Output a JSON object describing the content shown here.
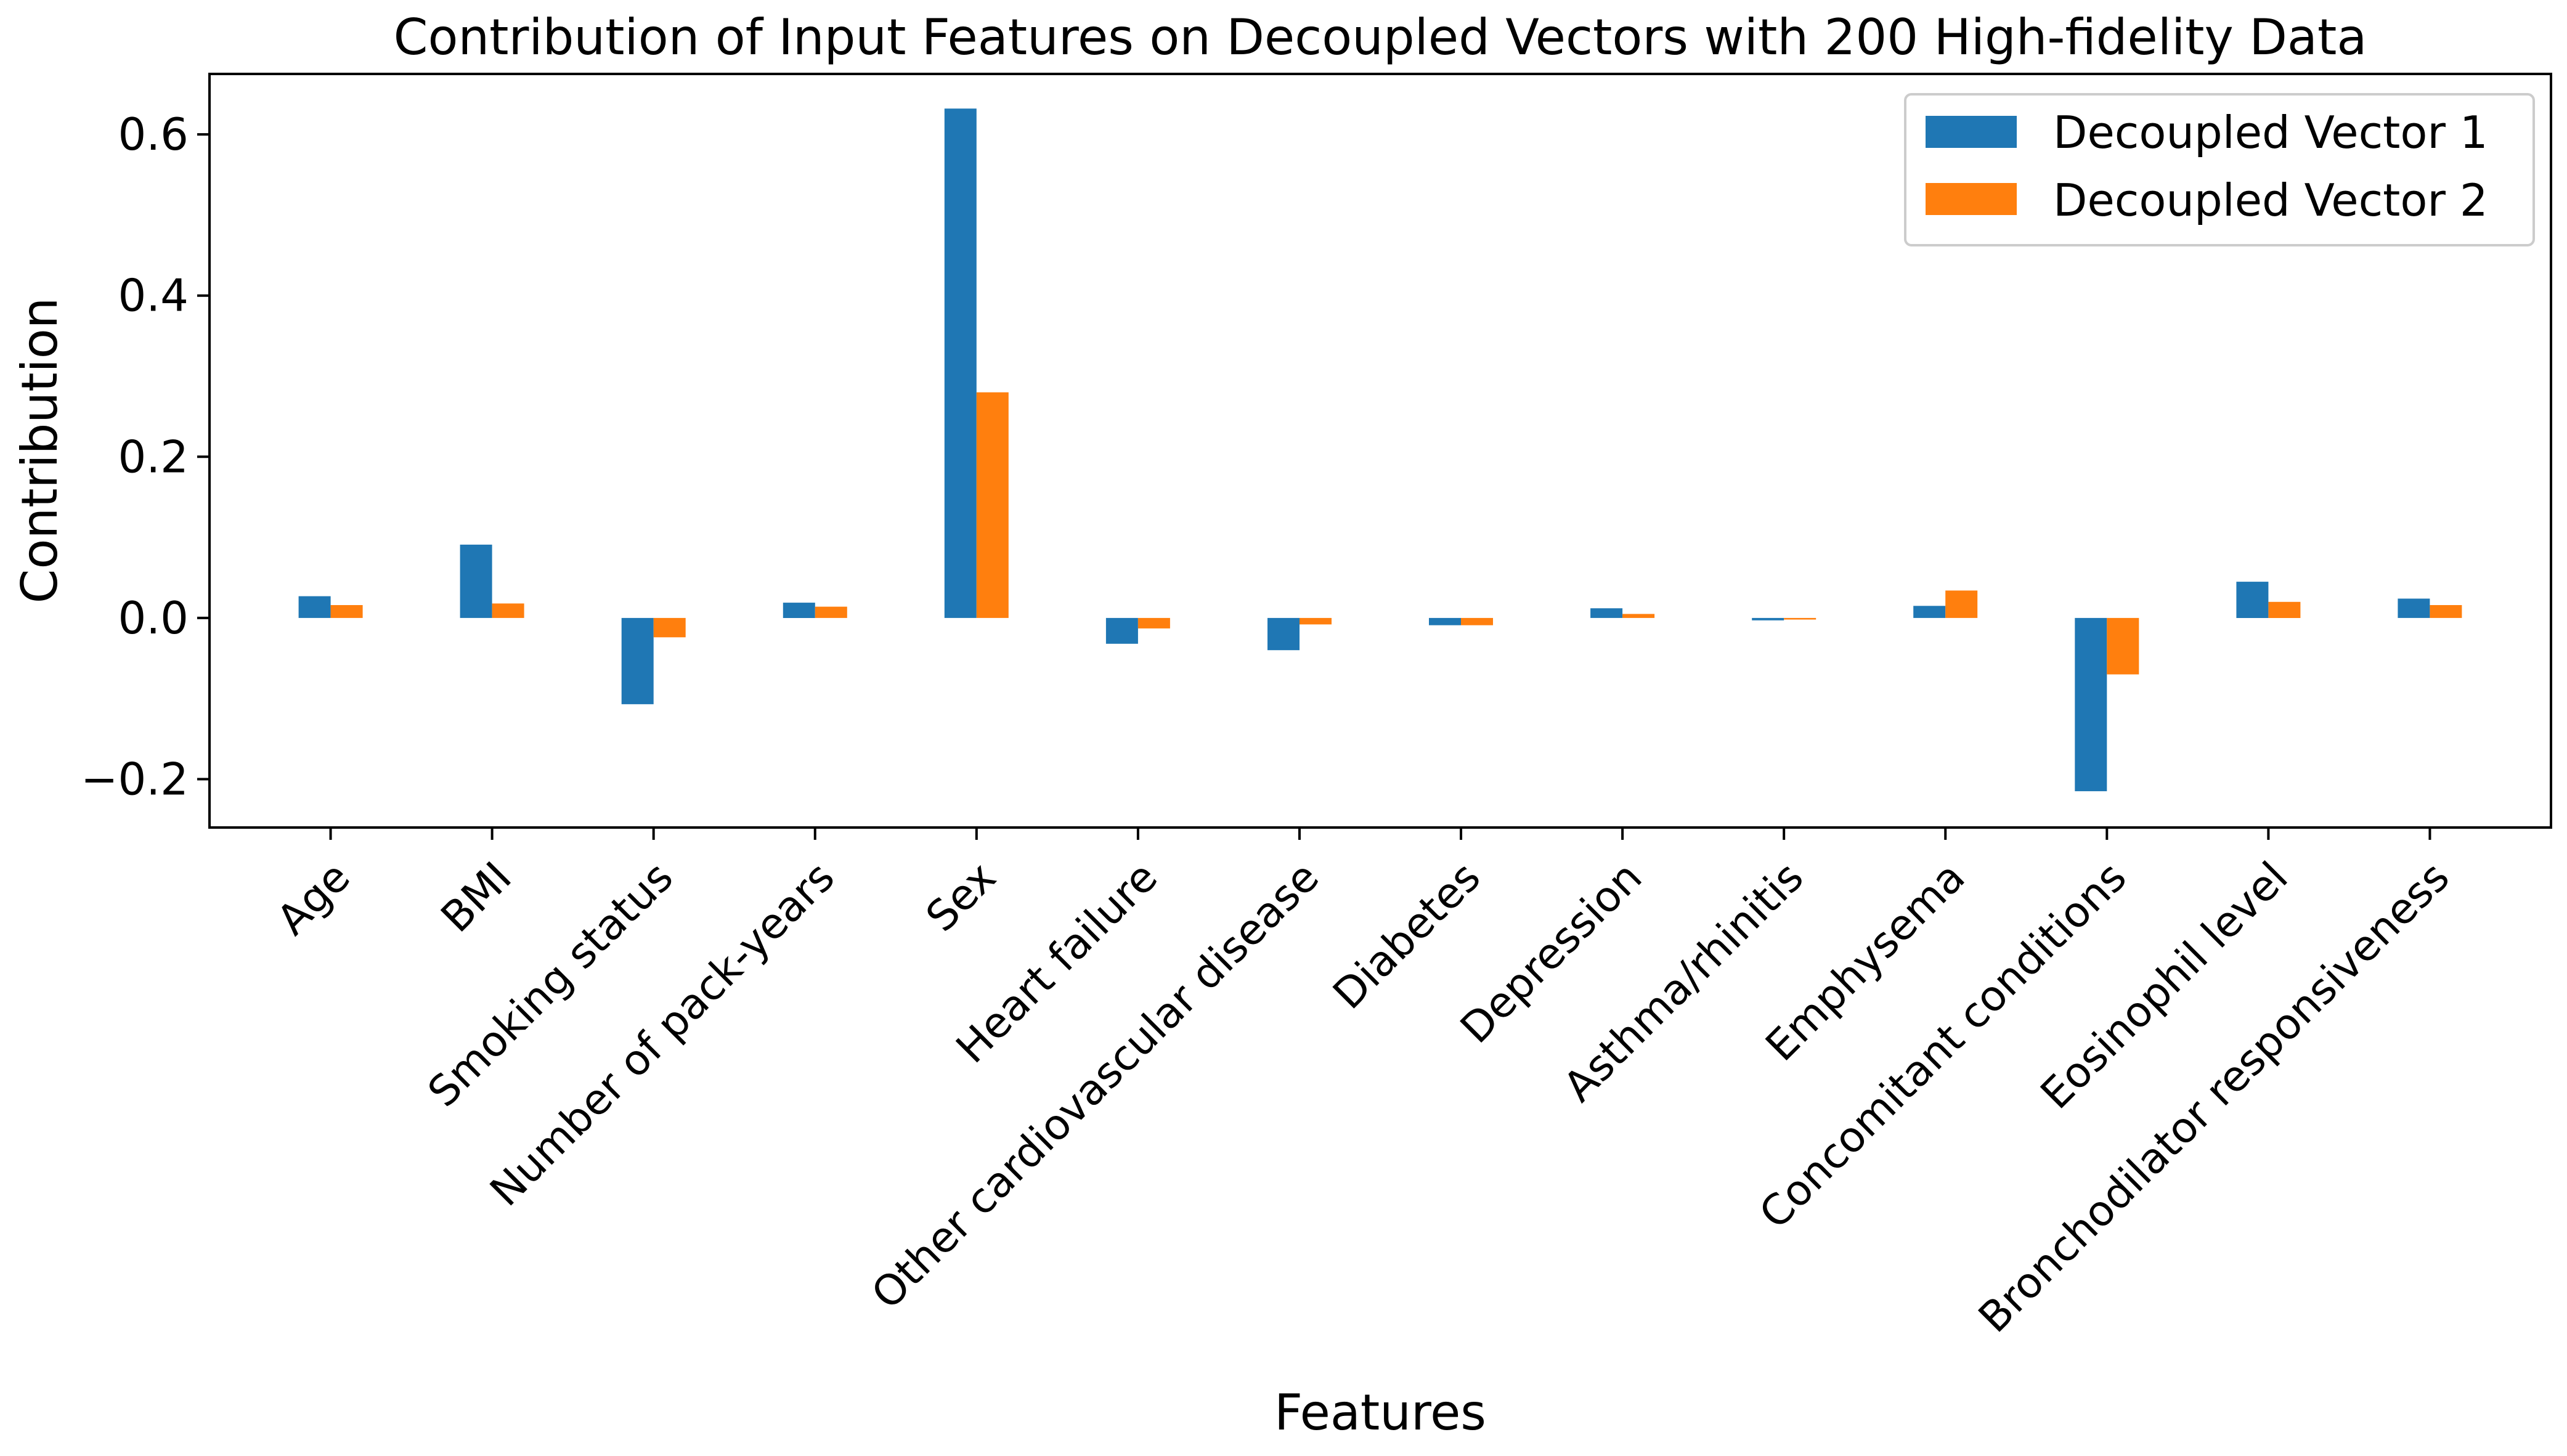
{
  "chart_data": {
    "type": "bar",
    "title": "Contribution of Input Features on Decoupled Vectors with 200 High-fidelity Data",
    "xlabel": "Features",
    "ylabel": "Contribution",
    "ylim": [
      -0.26,
      0.675
    ],
    "yticks": [
      -0.2,
      0.0,
      0.2,
      0.4,
      0.6
    ],
    "ytick_labels": [
      "−0.2",
      "0.0",
      "0.2",
      "0.4",
      "0.6"
    ],
    "grid": false,
    "legend_position": "top-right",
    "categories": [
      "Age",
      "BMI",
      "Smoking status",
      "Number of pack-years",
      "Sex",
      "Heart failure",
      "Other cardiovascular disease",
      "Diabetes",
      "Depression",
      "Asthma/rhinitis",
      "Emphysema",
      "Concomitant conditions",
      "Eosinophil level",
      "Bronchodilator responsiveness"
    ],
    "series": [
      {
        "name": "Decoupled Vector 1",
        "color": "#1f77b4",
        "values": [
          0.027,
          0.091,
          -0.107,
          0.019,
          0.632,
          -0.032,
          -0.04,
          -0.009,
          0.012,
          -0.003,
          0.015,
          -0.215,
          0.045,
          0.024
        ]
      },
      {
        "name": "Decoupled Vector 2",
        "color": "#ff7f0e",
        "values": [
          0.016,
          0.018,
          -0.024,
          0.014,
          0.28,
          -0.013,
          -0.008,
          -0.009,
          0.005,
          -0.002,
          0.034,
          -0.07,
          0.02,
          0.016
        ]
      }
    ]
  }
}
